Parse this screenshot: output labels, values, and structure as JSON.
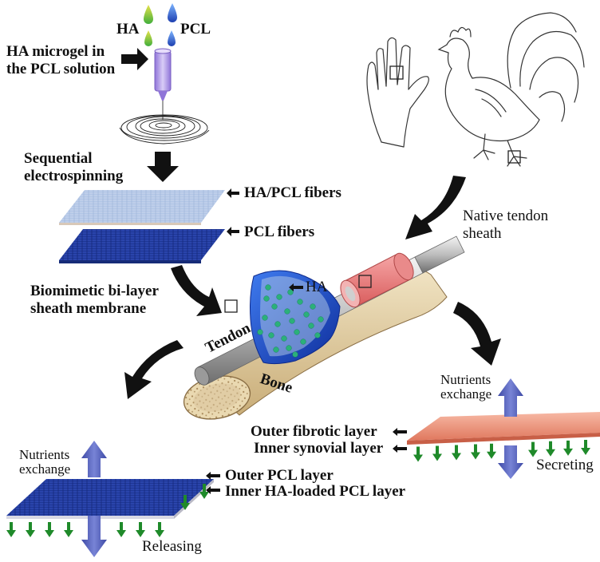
{
  "figure": {
    "drops": {
      "ha": "HA",
      "pcl": "PCL"
    },
    "microgel": [
      "HA microgel in",
      "the PCL solution"
    ],
    "electrospinning": [
      "Sequential",
      "electrospinning"
    ],
    "fiber_layers": {
      "top": "HA/PCL fibers",
      "bottom": "PCL fibers"
    },
    "membrane": [
      "Biomimetic bi-layer",
      "sheath membrane"
    ],
    "native": [
      "Native tendon",
      "sheath"
    ],
    "center": {
      "ha": "HA",
      "tendon": "Tendon",
      "bone": "Bone"
    },
    "left_result": {
      "nutrients": [
        "Nutrients",
        "exchange"
      ],
      "outer": "Outer PCL layer",
      "inner": "Inner HA-loaded PCL layer",
      "releasing": "Releasing"
    },
    "right_result": {
      "nutrients": [
        "Nutrients",
        "exchange"
      ],
      "outer": "Outer fibrotic layer",
      "inner": "Inner synovial layer",
      "secreting": "Secreting"
    }
  },
  "colors": {
    "ha_drop": "#7ec84a",
    "pcl_drop": "#2a55c8",
    "syringe": "#b9a4e8",
    "membrane_top": "#a9c1e3",
    "membrane_bottom": "#203a9a",
    "sheath_red": "#e77b7b",
    "bone": "#e7d3a7",
    "ha_dots": "#2bb07a",
    "release_arrow": "#1f8a2a",
    "exchange_arrow": "#5563b8",
    "synovial_plate": "#ee9a84"
  }
}
